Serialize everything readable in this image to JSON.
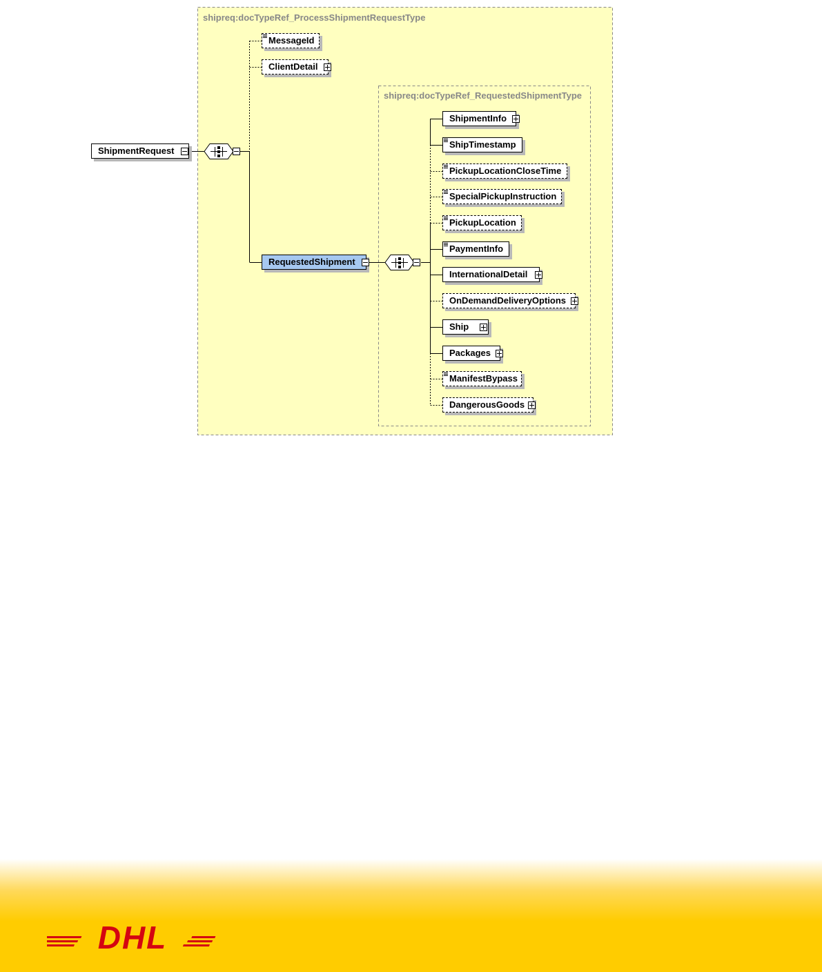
{
  "outer_type": "shipreq:docTypeRef_ProcessShipmentRequestType",
  "inner_type": "shipreq:docTypeRef_RequestedShipmentType",
  "root": "ShipmentRequest",
  "outer_children": [
    "MessageId",
    "ClientDetail",
    "RequestedShipment"
  ],
  "inner_children": [
    "ShipmentInfo",
    "ShipTimestamp",
    "PickupLocationCloseTime",
    "SpecialPickupInstruction",
    "PickupLocation",
    "PaymentInfo",
    "InternationalDetail",
    "OnDemandDeliveryOptions",
    "Ship",
    "Packages",
    "ManifestBypass",
    "DangerousGoods"
  ],
  "colors": {
    "container_fill": "#ffffc0",
    "selected_fill": "#a6c8f0",
    "type_label": "#888888",
    "dhl_red": "#d40511",
    "dhl_yellow": "#ffcc00"
  },
  "logo": {
    "text": "DHL"
  }
}
